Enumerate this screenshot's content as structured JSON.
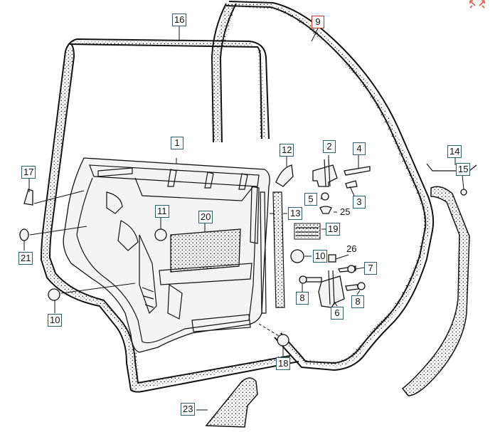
{
  "diagram": {
    "callouts": {
      "c16": "16",
      "c9": "9",
      "c1": "1",
      "c12": "12",
      "c2": "2",
      "c4": "4",
      "c17": "17",
      "c14": "14",
      "c15": "15",
      "c5": "5",
      "c25": "25",
      "c3": "3",
      "c11": "11",
      "c20": "20",
      "c13": "13",
      "c19": "19",
      "c21": "21",
      "c10a": "10",
      "c26": "26",
      "c7": "7",
      "c8a": "8",
      "c6": "6",
      "c8b": "8",
      "c10b": "10",
      "c18": "18",
      "c23": "23"
    }
  },
  "colors": {
    "callout_border": "#2f5f6d",
    "highlight_border": "#c0302b",
    "line": "#111111",
    "expand_icon": "#e05a4e"
  },
  "icons": {
    "expand": "expand-arrows-icon"
  }
}
